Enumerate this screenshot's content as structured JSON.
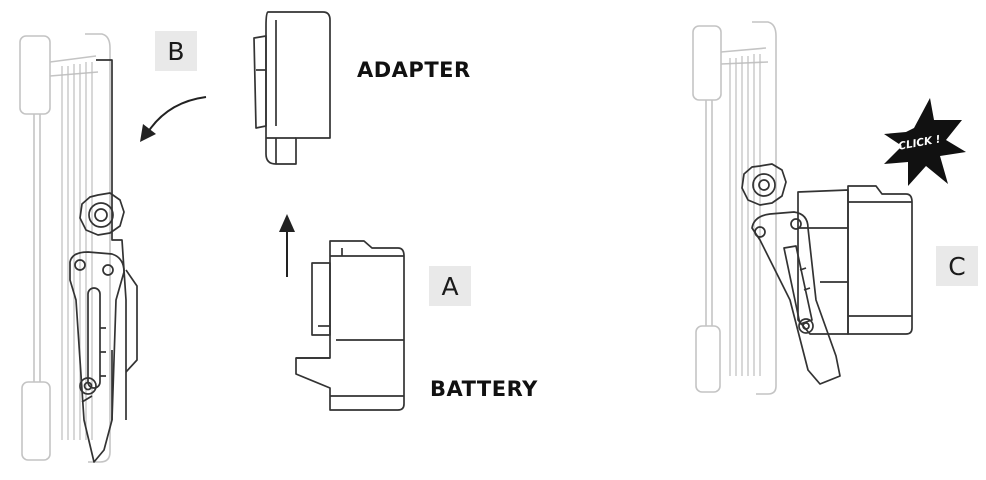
{
  "steps": {
    "a": "A",
    "b": "B",
    "c": "C"
  },
  "labels": {
    "adapter": "ADAPTER",
    "battery": "BATTERY",
    "click": "CLICK !"
  },
  "colors": {
    "outline": "#333333",
    "faint": "#bdbdbd",
    "step_bg": "#e9e9e9",
    "burst": "#111111"
  },
  "icons": {
    "insert_arrow": "arrow-up-icon",
    "swing_arrow": "curved-arrow-icon",
    "click_burst": "starburst-icon"
  }
}
